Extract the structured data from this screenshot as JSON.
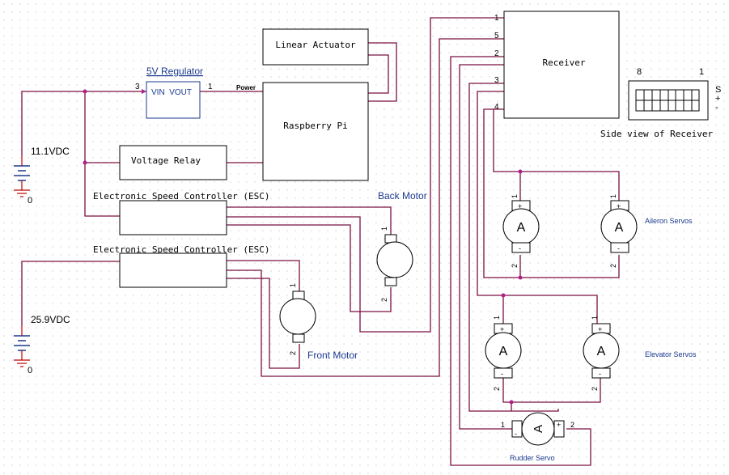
{
  "blocks": {
    "linear_actuator": "Linear Actuator",
    "raspberry_pi": "Raspberry Pi",
    "receiver": "Receiver",
    "voltage_relay": "Voltage Relay",
    "esc_top": "Electronic Speed Controller (ESC)",
    "esc_bottom": "Electronic Speed Controller (ESC)"
  },
  "regulator": {
    "title": "5V Regulator",
    "pins": "VIN  VOUT",
    "pin_in": "3",
    "pin_out": "1"
  },
  "power_label": "Power",
  "batteries": {
    "top_voltage": "11.1VDC",
    "top_ground": "0",
    "bottom_voltage": "25.9VDC",
    "bottom_ground": "0"
  },
  "motors": {
    "back": "Back Motor",
    "front": "Front Motor",
    "pin1": "1",
    "pin2": "2"
  },
  "servos": {
    "aileron": "Aileron Servos",
    "elevator": "Elevator Servos",
    "rudder": "Rudder Servo",
    "symbol": "A",
    "plus": "+",
    "minus": "-"
  },
  "receiver_pins": [
    "1",
    "5",
    "2",
    "3",
    "4"
  ],
  "receiver_side_view": {
    "caption": "Side view of Receiver",
    "left_num": "8",
    "right_num": "1",
    "s": "S",
    "plus": "+",
    "minus": "-"
  },
  "colors": {
    "wire": "#7a1040",
    "ground": "#c00000",
    "label_blue": "#1a3a8f",
    "junction": "#b0208a"
  }
}
